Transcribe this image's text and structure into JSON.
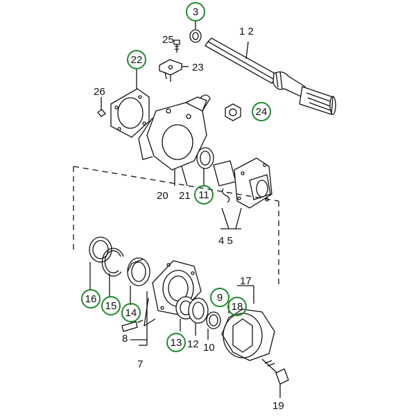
{
  "callouts": {
    "c3": "3",
    "c22": "22",
    "c24": "24",
    "c11": "11",
    "c16": "16",
    "c15": "15",
    "c14": "14",
    "c9": "9",
    "c18": "18",
    "c13": "13"
  },
  "labels": {
    "p1_2": "1 2",
    "p25": "25",
    "p23": "23",
    "p26": "26",
    "p20": "20",
    "p21": "21",
    "p4_5": "4 5",
    "p17": "17",
    "p8": "8",
    "p7": "7",
    "p12": "12",
    "p10": "10",
    "p19": "19"
  },
  "colors": {
    "callout_ring": "#1f8a2b",
    "line": "#111111"
  }
}
